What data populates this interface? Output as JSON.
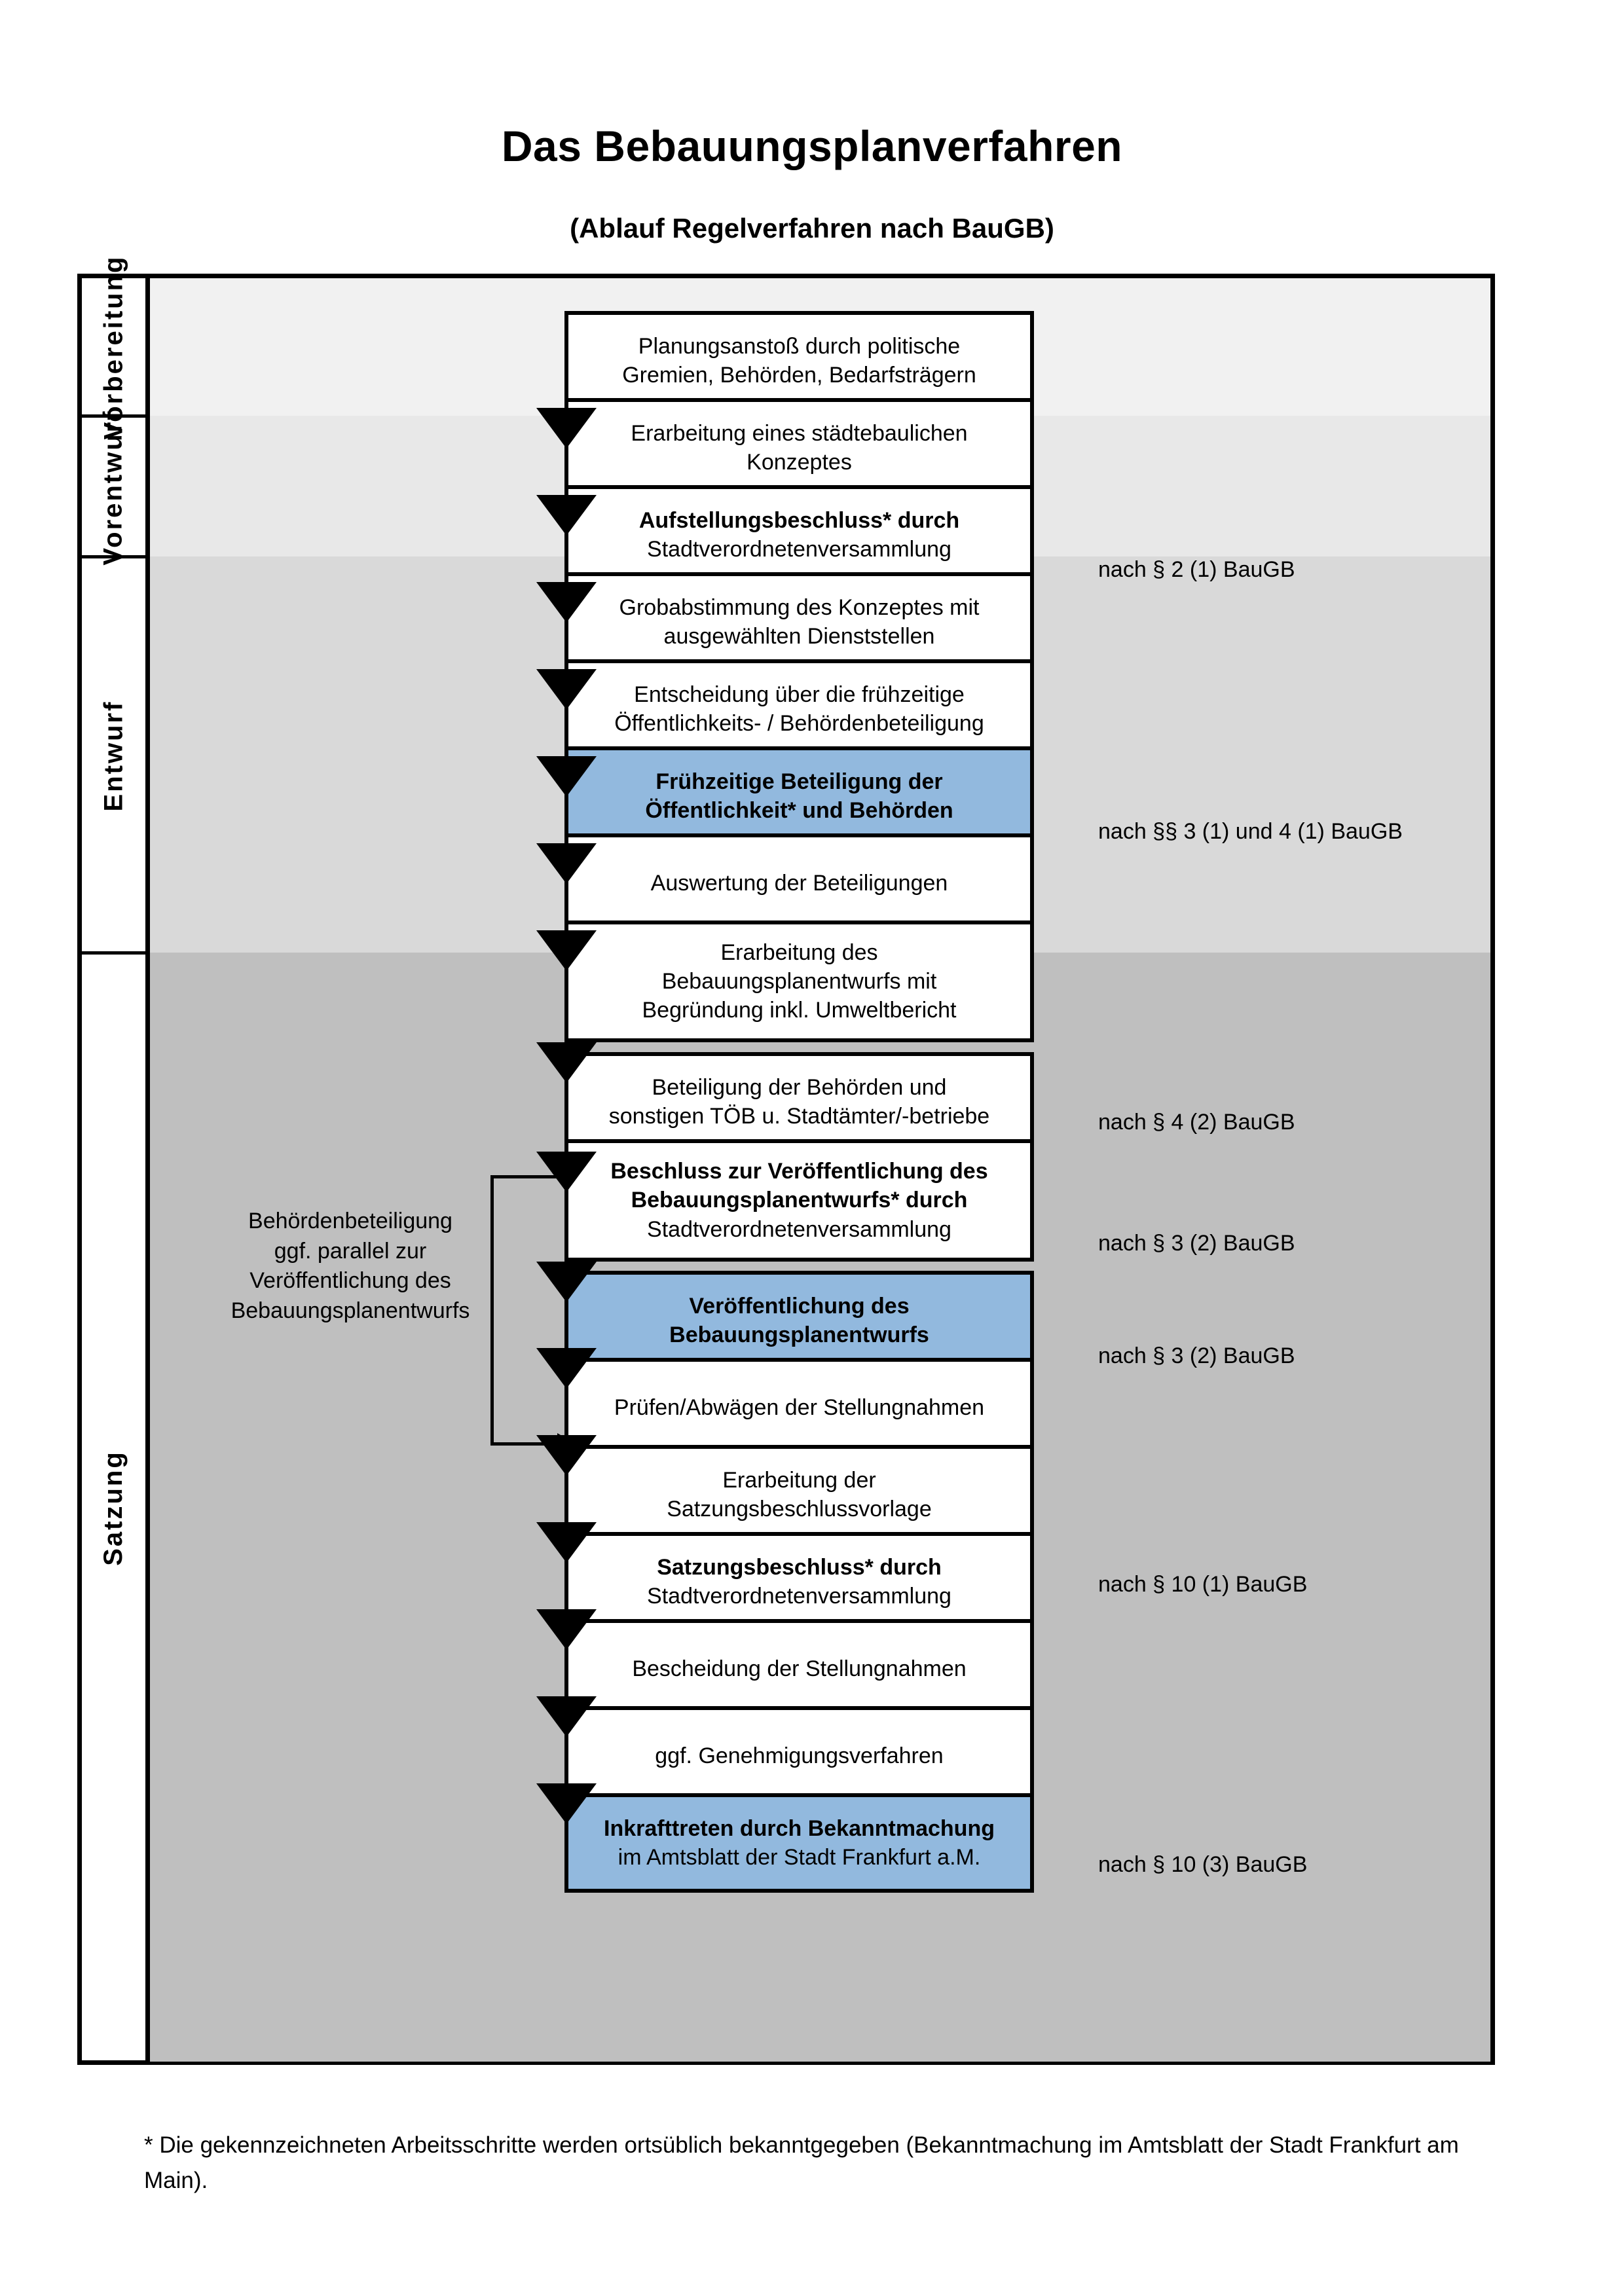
{
  "header": {
    "title": "Das Bebauungsplanverfahren",
    "subtitle": "(Ablauf Regelverfahren nach BauGB)"
  },
  "phases": [
    {
      "id": "vorbereitung",
      "label": "Vorbereitung",
      "band_color": "#f1f1f1"
    },
    {
      "id": "vorentwurf",
      "label": "Vorentwurf",
      "band_color": "#e8e8e8"
    },
    {
      "id": "entwurf",
      "label": "Entwurf",
      "band_color": "#d9d9d9"
    },
    {
      "id": "satzung",
      "label": "Satzung",
      "band_color": "#bfbfbf"
    }
  ],
  "steps": [
    {
      "id": "s1",
      "phase": "vorbereitung",
      "lines": [
        "Planungsanstoß durch politische",
        "Gremien, Behörden, Bedarfsträgern"
      ],
      "bold": [
        false,
        false
      ],
      "highlight": false
    },
    {
      "id": "s2",
      "phase": "vorbereitung",
      "lines": [
        "Erarbeitung eines städtebaulichen",
        "Konzeptes"
      ],
      "bold": [
        false,
        false
      ],
      "highlight": false
    },
    {
      "id": "s3",
      "phase": "vorbereitung",
      "lines": [
        "Aufstellungsbeschluss* durch",
        "Stadtverordnetenversammlung"
      ],
      "bold": [
        true,
        false
      ],
      "highlight": false
    },
    {
      "id": "s4",
      "phase": "vorentwurf",
      "lines": [
        "Grobabstimmung des Konzeptes mit",
        "ausgewählten Dienststellen"
      ],
      "bold": [
        false,
        false
      ],
      "highlight": false
    },
    {
      "id": "s5",
      "phase": "vorentwurf",
      "lines": [
        "Entscheidung über die frühzeitige",
        "Öffentlichkeits- / Behördenbeteiligung"
      ],
      "bold": [
        false,
        false
      ],
      "highlight": false
    },
    {
      "id": "s6",
      "phase": "vorentwurf",
      "lines": [
        "Frühzeitige Beteiligung der",
        "Öffentlichkeit* und Behörden"
      ],
      "bold": [
        true,
        true
      ],
      "highlight": true
    },
    {
      "id": "s7",
      "phase": "entwurf",
      "lines": [
        "Auswertung der Beteiligungen"
      ],
      "bold": [
        false
      ],
      "highlight": false
    },
    {
      "id": "s8",
      "phase": "entwurf",
      "lines": [
        "Erarbeitung des",
        "Bebauungsplanentwurfs mit",
        "Begründung inkl. Umweltbericht"
      ],
      "bold": [
        false,
        false,
        false
      ],
      "highlight": false
    },
    {
      "id": "s9",
      "phase": "entwurf",
      "lines": [
        "Beteiligung der Behörden und",
        "sonstigen TÖB u. Stadtämter/-betriebe"
      ],
      "bold": [
        false,
        false
      ],
      "highlight": false
    },
    {
      "id": "s10",
      "phase": "entwurf",
      "lines": [
        "Beschluss zur Veröffentlichung des",
        "Bebauungsplanentwurfs* durch",
        "Stadtverordnetenversammlung"
      ],
      "bold": [
        true,
        true,
        false
      ],
      "highlight": false
    },
    {
      "id": "s11",
      "phase": "entwurf",
      "lines": [
        "Veröffentlichung des",
        "Bebauungsplanentwurfs"
      ],
      "bold": [
        true,
        true
      ],
      "highlight": true
    },
    {
      "id": "s12",
      "phase": "satzung",
      "lines": [
        "Prüfen/Abwägen der Stellungnahmen"
      ],
      "bold": [
        false
      ],
      "highlight": false
    },
    {
      "id": "s13",
      "phase": "satzung",
      "lines": [
        "Erarbeitung der",
        "Satzungsbeschlussvorlage"
      ],
      "bold": [
        false,
        false
      ],
      "highlight": false
    },
    {
      "id": "s14",
      "phase": "satzung",
      "lines": [
        "Satzungsbeschluss* durch",
        "Stadtverordnetenversammlung"
      ],
      "bold": [
        true,
        false
      ],
      "highlight": false
    },
    {
      "id": "s15",
      "phase": "satzung",
      "lines": [
        "Bescheidung der Stellungnahmen"
      ],
      "bold": [
        false
      ],
      "highlight": false
    },
    {
      "id": "s16",
      "phase": "satzung",
      "lines": [
        "ggf. Genehmigungsverfahren"
      ],
      "bold": [
        false
      ],
      "highlight": false
    },
    {
      "id": "s17",
      "phase": "satzung",
      "lines": [
        "Inkrafttreten durch Bekanntmachung",
        "im Amtsblatt der Stadt Frankfurt a.M."
      ],
      "bold": [
        true,
        false
      ],
      "highlight": true
    }
  ],
  "annotations": [
    {
      "id": "a1",
      "text": "nach § 2 (1) BauGB"
    },
    {
      "id": "a2",
      "text": "nach §§ 3 (1) und 4 (1) BauGB"
    },
    {
      "id": "a3",
      "text": "nach § 4 (2) BauGB"
    },
    {
      "id": "a4",
      "text": "nach § 3 (2) BauGB"
    },
    {
      "id": "a5",
      "text": "nach § 3 (2) BauGB"
    },
    {
      "id": "a6",
      "text": "nach § 10 (1) BauGB"
    },
    {
      "id": "a7",
      "text": "nach § 10 (3) BauGB"
    }
  ],
  "side_note": {
    "lines": [
      "Behördenbeteiligung",
      "ggf. parallel zur",
      "Veröffentlichung des",
      "Bebauungsplanentwurfs"
    ]
  },
  "footnote": {
    "text": "* Die gekennzeichneten Arbeitsschritte werden ortsüblich bekanntgegeben (Bekanntmachung im Amtsblatt  der Stadt Frankfurt am Main)."
  },
  "colors": {
    "highlight_blue": "#92b9de",
    "outline": "#000000",
    "page_background": "#ffffff"
  }
}
